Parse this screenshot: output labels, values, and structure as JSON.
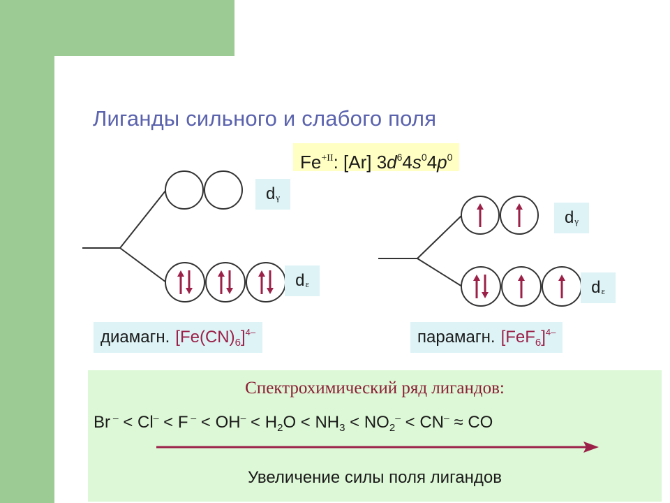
{
  "title": "Лиганды сильного и слабого поля",
  "config": {
    "element": "Fe",
    "oxidation": "+II",
    "core": ": [Ar] 3",
    "d_letter": "d",
    "d_count": "6",
    "n4": "4",
    "s_letter": "s",
    "s_count": "0",
    "n4p": "4",
    "p_letter": "p",
    "p_count": "0"
  },
  "left_diagram": {
    "upper_label": {
      "main": "d",
      "sub": "γ"
    },
    "lower_label": {
      "main": "d",
      "sub": "ε"
    },
    "upper_orbitals": [
      "empty",
      "empty"
    ],
    "lower_orbitals": [
      "paired",
      "paired",
      "paired"
    ],
    "caption": {
      "prefix": "диамагн.",
      "formula_open": "[Fe(CN)",
      "formula_sub": "6",
      "formula_close": "]",
      "charge": "4–"
    }
  },
  "right_diagram": {
    "upper_label": {
      "main": "d",
      "sub": "γ"
    },
    "lower_label": {
      "main": "d",
      "sub": "ε"
    },
    "upper_orbitals": [
      "up",
      "up"
    ],
    "lower_orbitals": [
      "paired",
      "up",
      "up"
    ],
    "caption": {
      "prefix": "парамагн.",
      "formula_open": "[FeF",
      "formula_sub": "6",
      "formula_close": "]",
      "charge": "4–"
    }
  },
  "series": {
    "title": "Спектрохимический ряд лигандов:",
    "ligands": {
      "br": "Br",
      "br_charge": " –",
      "lt1": " < ",
      "cl": "Cl",
      "cl_charge": "–",
      "lt2": " < ",
      "f": "F",
      "f_charge": " –",
      "lt3": " < ",
      "oh": "OH",
      "oh_charge": "–",
      "lt4": " < ",
      "h2o_a": "H",
      "h2o_sub": "2",
      "h2o_b": "O",
      "lt5": " < ",
      "nh3_a": "NH",
      "nh3_sub": "3",
      "lt6": " < ",
      "no2_a": "NO",
      "no2_sub": "2",
      "no2_charge": "–",
      "lt7": " < ",
      "cn": "CN",
      "cn_charge": "–",
      "approx": " ≈ ",
      "co": "CO"
    },
    "caption": "Увеличение силы поля лигандов"
  },
  "colors": {
    "green_deco": "#9ccb93",
    "title_blue": "#5a62ad",
    "arrow_red": "#9b2149",
    "label_bg": "#ddf3f6",
    "config_bg": "#ffffc4",
    "series_bg": "#ddf8d6"
  }
}
